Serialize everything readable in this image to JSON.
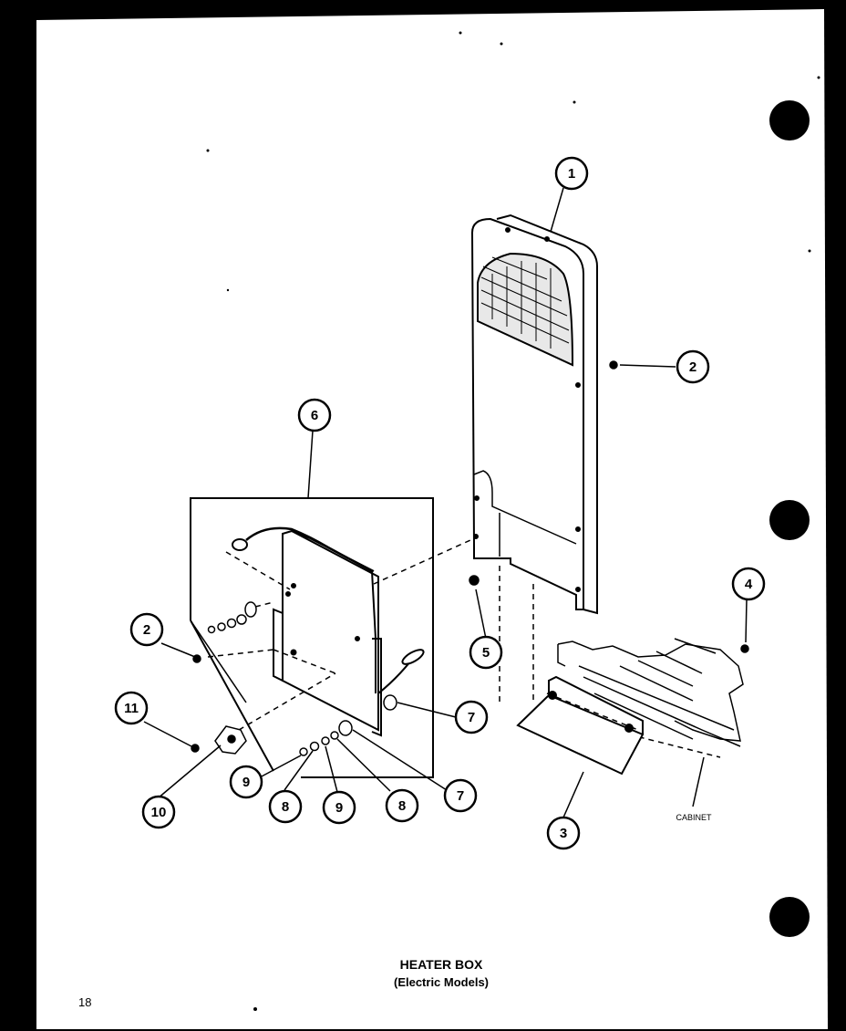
{
  "title": {
    "line1": "HEATER BOX",
    "line2": "(Electric Models)"
  },
  "page_number": "18",
  "cabinet_label": "CABINET",
  "callouts": {
    "c1": "1",
    "c2a": "2",
    "c2b": "2",
    "c3": "3",
    "c4": "4",
    "c5": "5",
    "c6": "6",
    "c7a": "7",
    "c7b": "7",
    "c8a": "8",
    "c8b": "8",
    "c9a": "9",
    "c9b": "9",
    "c10": "10",
    "c11": "11"
  },
  "colors": {
    "border": "#000000",
    "paper": "#ffffff",
    "ink": "#000000"
  }
}
